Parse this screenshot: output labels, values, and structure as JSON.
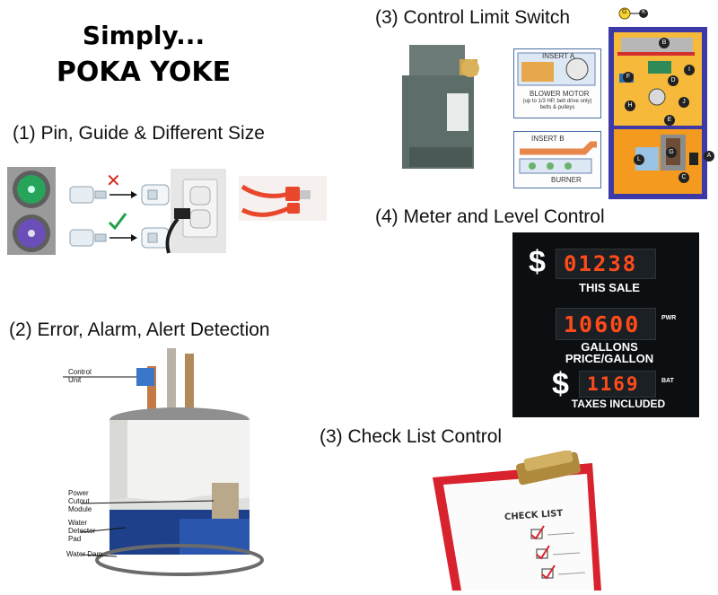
{
  "title": {
    "line1": "Simply...",
    "line2": "POKA YOKE"
  },
  "sections": {
    "pin_guide": {
      "heading": "(1) Pin, Guide & Different Size"
    },
    "error_alarm": {
      "heading": "(2) Error, Alarm, Alert Detection",
      "labels": {
        "control_unit": "Control Unit",
        "power_cutout": "Power Cutout Module",
        "water_detector": "Water Detector Pad",
        "water_dam": "Water Dam"
      }
    },
    "limit_switch": {
      "heading": "(3) Control Limit Switch",
      "insert_a": {
        "title": "INSERT A",
        "caption": "BLOWER MOTOR",
        "sub": "(up to 1/3 HP, belt drive only) belts & pulleys"
      },
      "insert_b": {
        "title": "INSERT B",
        "caption": "BURNER"
      },
      "key_letters": [
        "B",
        "I",
        "D",
        "F",
        "H",
        "J",
        "E",
        "G",
        "L",
        "C",
        "A"
      ],
      "legend_letters": [
        "G",
        "K"
      ]
    },
    "meter": {
      "heading": "(4) Meter and Level Control",
      "dollar": "$",
      "sale_value": "01238",
      "sale_label": "THIS SALE",
      "gallons_value": "10600",
      "gallons_tag": "PWR",
      "gallons_label": "GALLONS",
      "price_label": "PRICE/GALLON",
      "price_value": "1169",
      "price_tag": "BAT",
      "taxes_label": "TAXES INCLUDED"
    },
    "checklist": {
      "heading": "(3) Check List Control",
      "paper_title": "CHECK LIST"
    }
  },
  "colors": {
    "led": "#ff4a1a",
    "pump_panel": "#0c0f12",
    "furnace_blue": "#3d3aa8",
    "furnace_orange": "#f49a1e",
    "clipboard_red": "#d8232f"
  }
}
